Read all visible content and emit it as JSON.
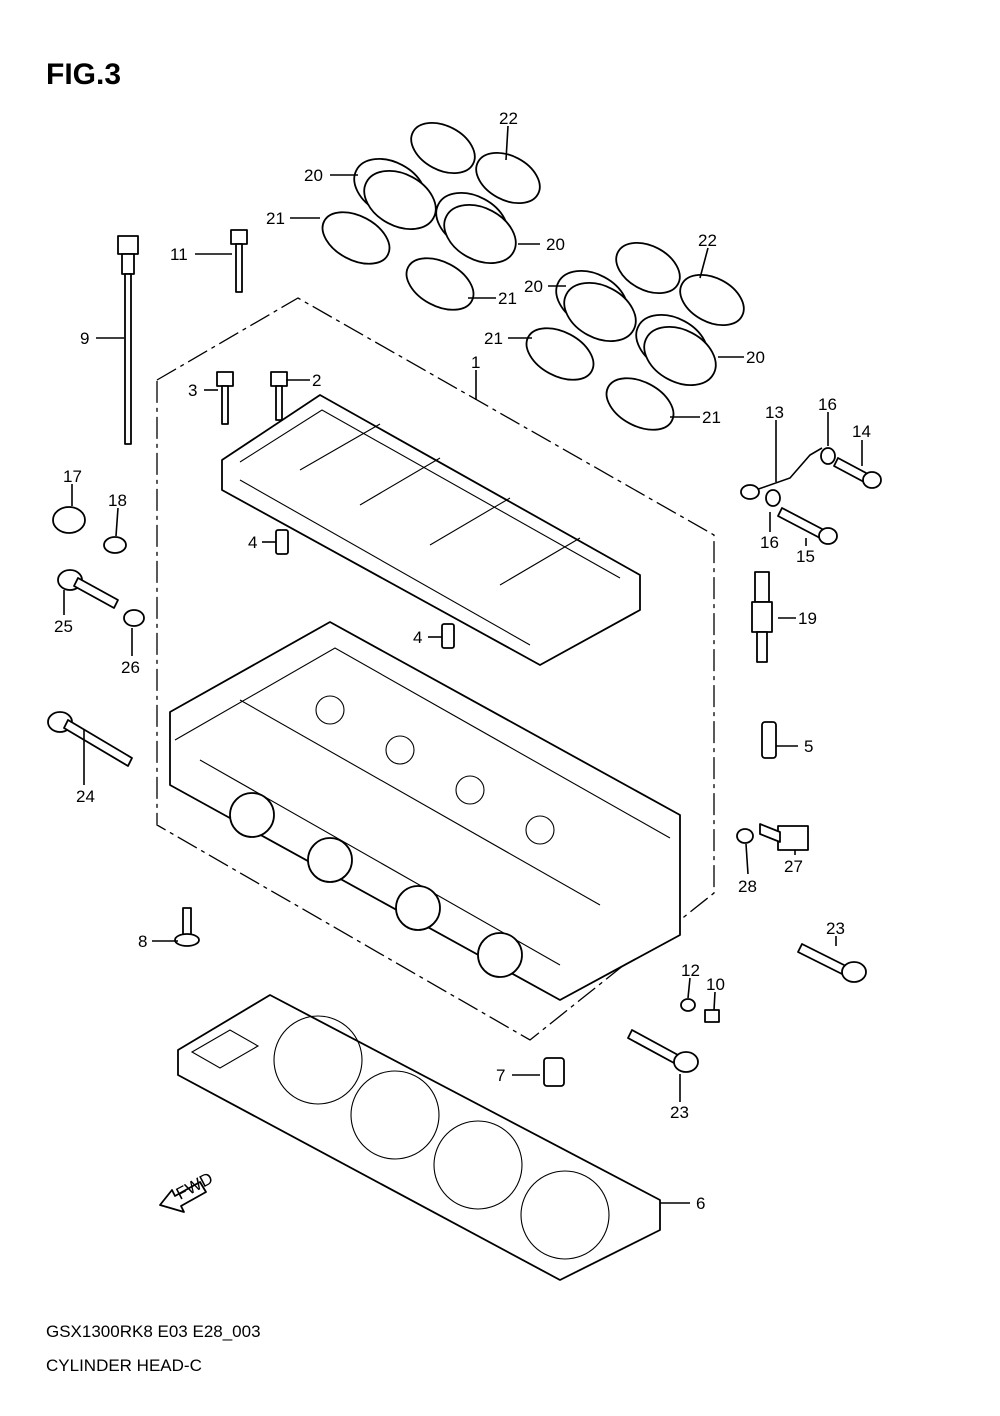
{
  "figure": {
    "title": "FIG.3"
  },
  "footer": {
    "code": "GSX1300RK8 E03 E28_003",
    "name": "CYLINDER HEAD-C"
  },
  "fwd_label": "FWD",
  "callouts": {
    "c1": "1",
    "c2": "2",
    "c3": "3",
    "c4a": "4",
    "c4b": "4",
    "c5": "5",
    "c6": "6",
    "c7": "7",
    "c8": "8",
    "c9": "9",
    "c10": "10",
    "c11": "11",
    "c12": "12",
    "c13": "13",
    "c14": "14",
    "c15": "15",
    "c16a": "16",
    "c16b": "16",
    "c17": "17",
    "c18": "18",
    "c19": "19",
    "c20a": "20",
    "c20b": "20",
    "c20c": "20",
    "c20d": "20",
    "c21a": "21",
    "c21b": "21",
    "c21c": "21",
    "c21d": "21",
    "c22a": "22",
    "c22b": "22",
    "c23a": "23",
    "c23b": "23",
    "c24": "24",
    "c25": "25",
    "c26": "26",
    "c27": "27",
    "c28": "28"
  }
}
